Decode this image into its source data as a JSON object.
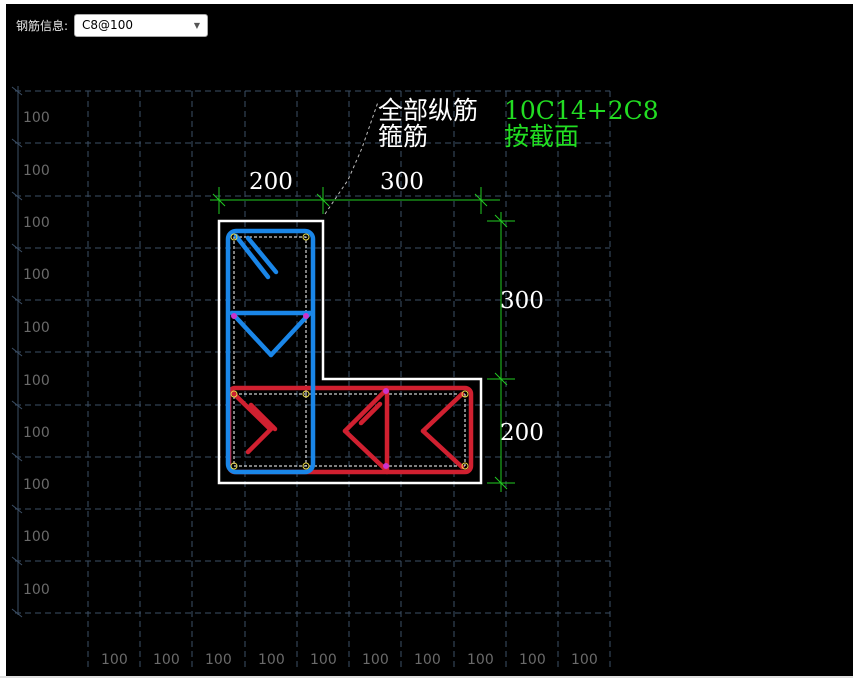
{
  "toolbar": {
    "rebar_info_label": "钢筋信息:",
    "rebar_select_value": "C8@100"
  },
  "grid": {
    "row_labels": [
      "100",
      "100",
      "100",
      "100",
      "100",
      "100",
      "100",
      "100",
      "100",
      "100"
    ],
    "col_labels": [
      "100",
      "100",
      "100",
      "100",
      "100",
      "100",
      "100",
      "100",
      "100",
      "100"
    ]
  },
  "annotation": {
    "longitudinal_label": "全部纵筋",
    "stirrup_label": "箍筋",
    "longitudinal_value": "10C14+2C8",
    "stirrup_value": "按截面"
  },
  "dimensions": {
    "top_left": "200",
    "top_right": "300",
    "right_upper": "300",
    "right_lower": "200"
  },
  "colors": {
    "background": "#000000",
    "grid": "#3c4f66",
    "outline": "#ffffff",
    "dimension": "#22cc22",
    "highlight_text": "#22dd22",
    "stirrup_blue": "#1a86e8",
    "stirrup_red": "#d02030"
  }
}
